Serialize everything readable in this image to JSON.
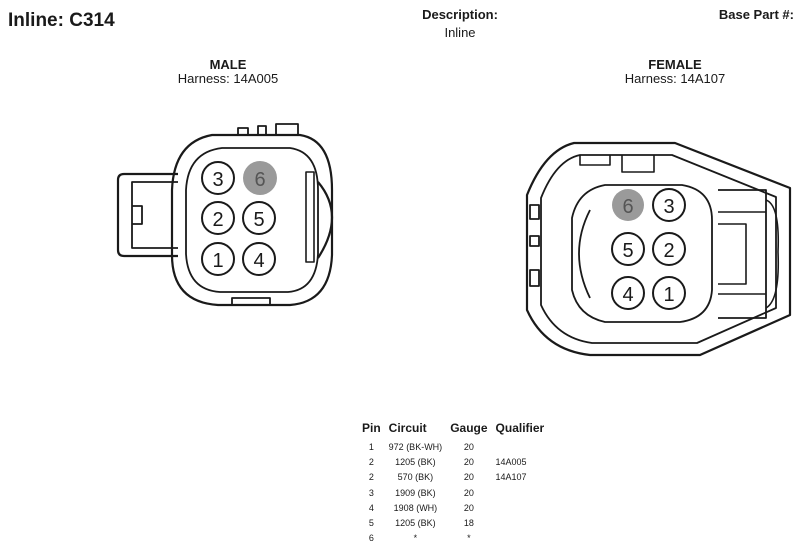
{
  "header": {
    "title": "Inline: C314",
    "description_label": "Description:",
    "description_value": "Inline",
    "base_part_label": "Base Part #:"
  },
  "male": {
    "title": "MALE",
    "harness": "Harness: 14A005",
    "pins": [
      "3",
      "6",
      "2",
      "5",
      "1",
      "4"
    ]
  },
  "female": {
    "title": "FEMALE",
    "harness": "Harness: 14A107",
    "pins": [
      "6",
      "3",
      "5",
      "2",
      "4",
      "1"
    ]
  },
  "colors": {
    "line": "#1a1a1a",
    "highlight_pin": "#9a9a9a"
  },
  "pin_table": {
    "headers": [
      "Pin",
      "Circuit",
      "Gauge",
      "Qualifier"
    ],
    "rows": [
      [
        "1",
        "972 (BK-WH)",
        "20",
        ""
      ],
      [
        "2",
        "1205 (BK)",
        "20",
        "14A005"
      ],
      [
        "2",
        "570 (BK)",
        "20",
        "14A107"
      ],
      [
        "3",
        "1909 (BK)",
        "20",
        ""
      ],
      [
        "4",
        "1908 (WH)",
        "20",
        ""
      ],
      [
        "5",
        "1205 (BK)",
        "18",
        ""
      ],
      [
        "6",
        "*",
        "*",
        ""
      ]
    ]
  }
}
